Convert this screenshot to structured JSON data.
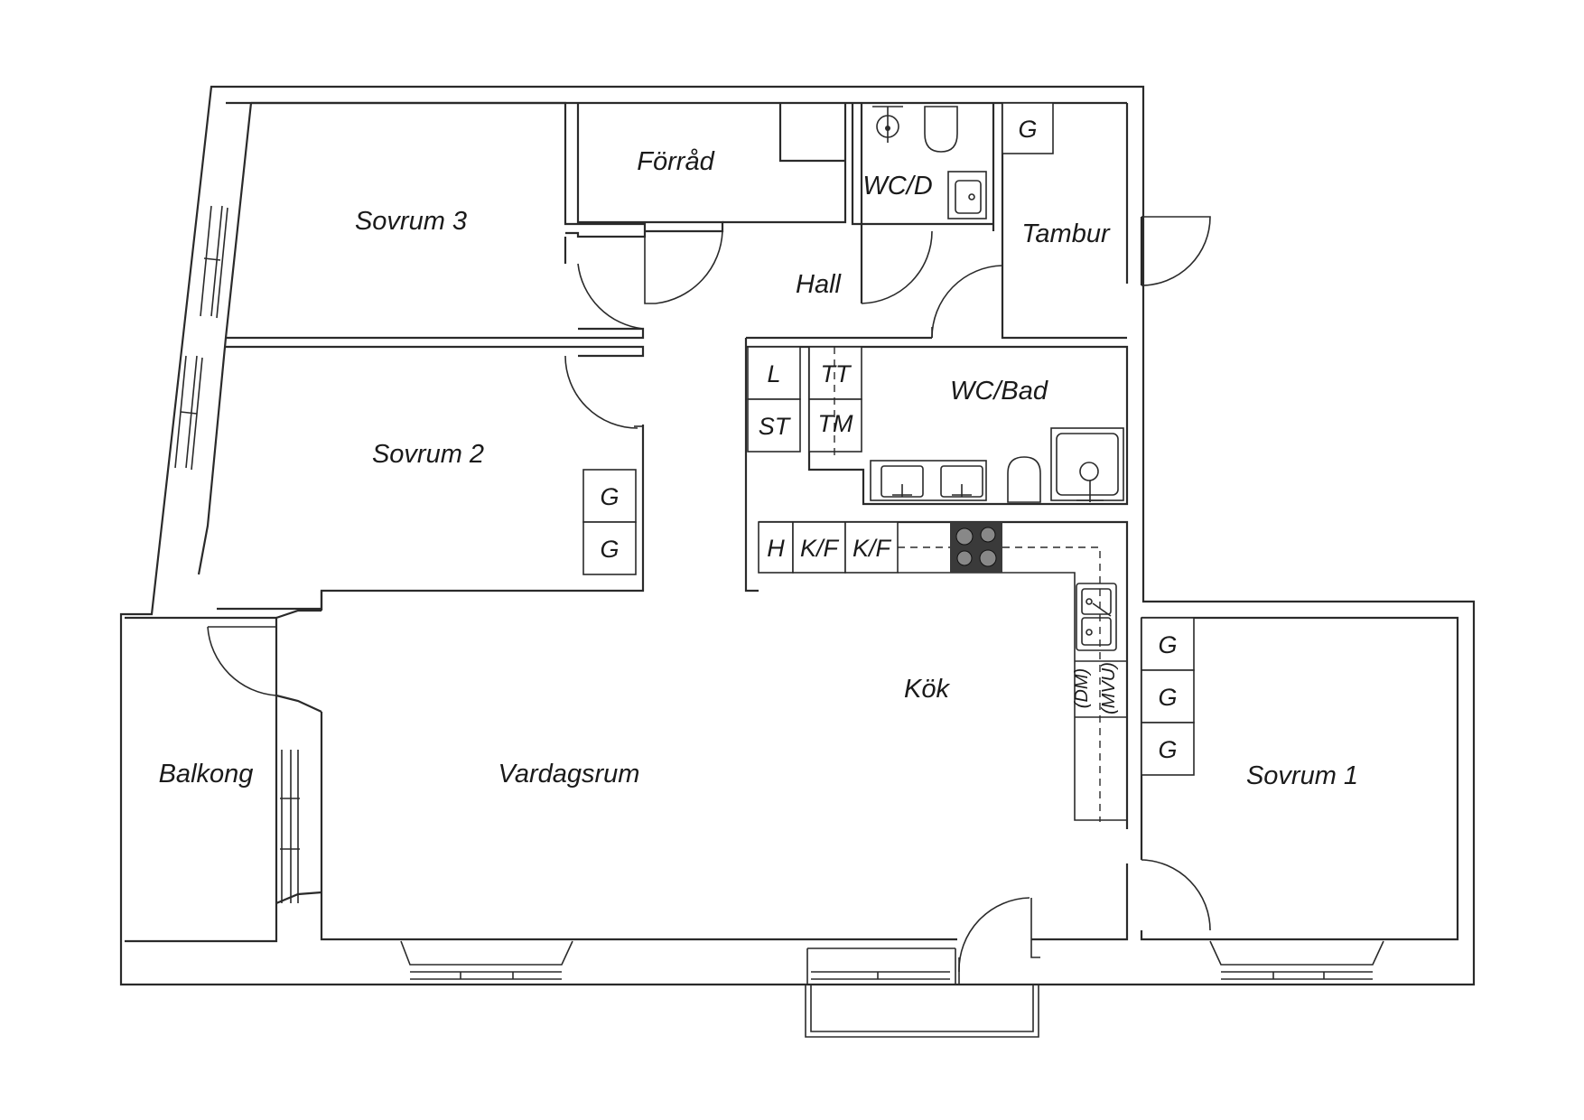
{
  "rooms": {
    "sovrum3": "Sovrum 3",
    "forrad": "Förråd",
    "wc_d": "WC/D",
    "tambur": "Tambur",
    "hall": "Hall",
    "wc_bad": "WC/Bad",
    "sovrum2": "Sovrum 2",
    "kok": "Kök",
    "balkong": "Balkong",
    "vardagsrum": "Vardagsrum",
    "sovrum1": "Sovrum 1"
  },
  "fixtures": {
    "tambur_wardrobe": "G",
    "laundry_l": "L",
    "laundry_st": "ST",
    "laundry_tt": "TT",
    "laundry_tm": "TM",
    "sovrum2_wardrobe_1": "G",
    "sovrum2_wardrobe_2": "G",
    "kitchen_h": "H",
    "kitchen_kf_1": "K/F",
    "kitchen_kf_2": "K/F",
    "kitchen_dm": "(DM)",
    "kitchen_mvu": "(MVU)",
    "sovrum1_wardrobe_1": "G",
    "sovrum1_wardrobe_2": "G",
    "sovrum1_wardrobe_3": "G"
  },
  "colors": {
    "line": "#2a2a2a",
    "stove": "#3a3a3a",
    "background": "#ffffff"
  }
}
